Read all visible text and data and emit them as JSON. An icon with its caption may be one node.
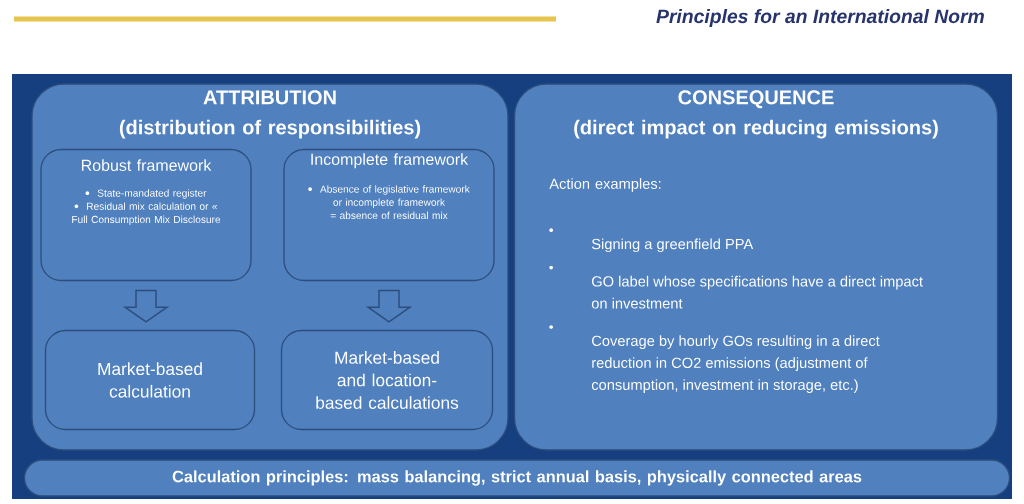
{
  "diagram": {
    "title": "Principles for an International Norm",
    "nodes": [
      {
        "text": [
          "ATTRIBUTION",
          "(distribution of responsibilities)"
        ]
      },
      {
        "text": [
          "Robust framework",
          "State-mandated register",
          "Residual mix calculation or « Full Consumption Mix Disclosure"
        ],
        "in": 0
      },
      {
        "text": [
          "Incomplete framework",
          "Absence of legislative framework or incomplete framework = absence of residual mix"
        ],
        "in": 0
      },
      {
        "text": [
          "Market-based calculation"
        ],
        "in": 0
      },
      {
        "text": [
          "Market-based and location-based calculations"
        ],
        "in": 0
      },
      {
        "text": [
          "CONSEQUENCE",
          "(direct impact on reducing emissions)",
          "Action examples:",
          "Signing a greenfield PPA",
          "GO label whose specifications have a direct impact on investment",
          "Coverage by hourly GOs resulting in a direct reduction in CO2 emissions (adjustment of consumption, investment in storage, etc.)"
        ]
      },
      {
        "text": [
          "Calculation principles: mass balancing, strict annual basis, physically connected areas"
        ]
      }
    ],
    "edges": [
      {
        "from": 1,
        "to": 3,
        "arrow": "to"
      },
      {
        "from": 2,
        "to": 4,
        "arrow": "to"
      }
    ]
  }
}
